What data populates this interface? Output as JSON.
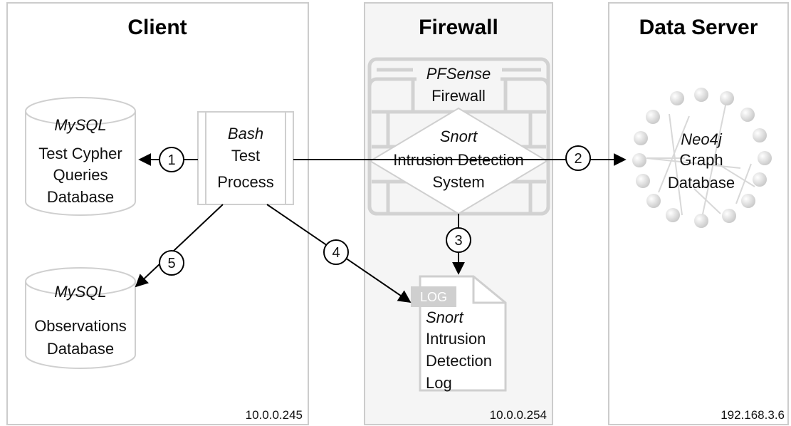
{
  "zones": {
    "client": {
      "title": "Client",
      "ip": "10.0.0.245"
    },
    "firewall": {
      "title": "Firewall",
      "ip": "10.0.0.254"
    },
    "server": {
      "title": "Data Server",
      "ip": "192.168.3.6"
    }
  },
  "nodes": {
    "queries_db": {
      "name": "MySQL",
      "lines": [
        "Test Cypher",
        "Queries",
        "Database"
      ]
    },
    "obs_db": {
      "name": "MySQL",
      "lines": [
        "Observations",
        "Database"
      ]
    },
    "bash": {
      "name": "Bash",
      "lines": [
        "Test",
        "Process"
      ]
    },
    "pfsense": {
      "name": "PFSense",
      "lines": [
        "Firewall"
      ]
    },
    "snort": {
      "name": "Snort",
      "lines": [
        "Intrusion Detection",
        "System"
      ]
    },
    "neo4j": {
      "name": "Neo4j",
      "lines": [
        "Graph",
        "Database"
      ]
    },
    "log": {
      "tag": "LOG",
      "name": "Snort",
      "lines": [
        "Intrusion",
        "Detection",
        "Log"
      ]
    }
  },
  "steps": [
    "1",
    "2",
    "3",
    "4",
    "5"
  ],
  "colors": {
    "zone_fill": "#f5f5f5",
    "zone_stroke": "#cccccc",
    "shape_stroke": "#cfcfcf",
    "edge": "#000000"
  }
}
